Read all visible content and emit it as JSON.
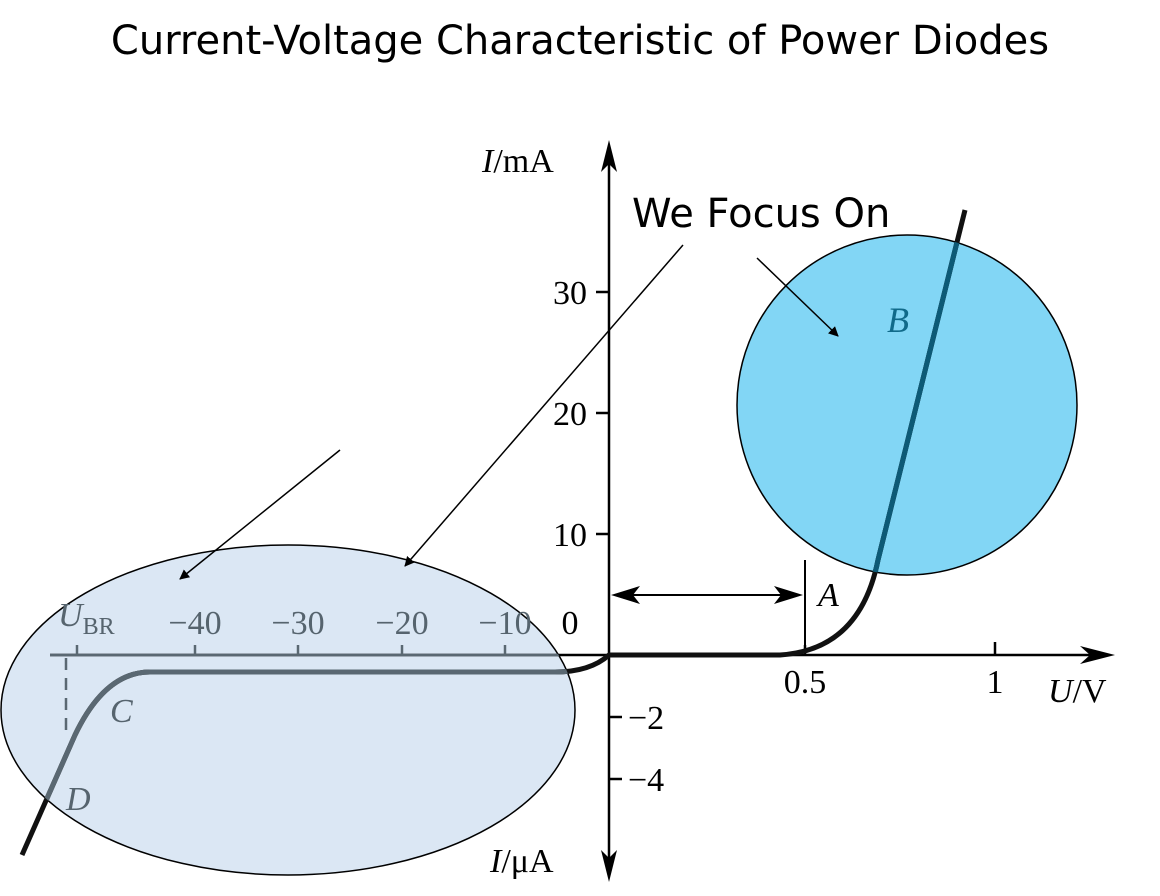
{
  "title": "Current-Voltage Characteristic of Power Diodes",
  "annotation": "We Focus On",
  "axes": {
    "y_positive_label_var": "I",
    "y_positive_label_unit": "/mA",
    "y_negative_label_var": "I",
    "y_negative_label_unit": "/μA",
    "x_label_var": "U",
    "x_label_unit": "/V",
    "y_positive_ticks": [
      "30",
      "20",
      "10",
      "0"
    ],
    "y_negative_ticks": [
      "−2",
      "−4"
    ],
    "x_positive_ticks": [
      "0.5",
      "1"
    ],
    "x_negative_ticks": [
      "−40",
      "−30",
      "−20",
      "−10"
    ],
    "breakdown_label_var": "U",
    "breakdown_label_sub": "BR"
  },
  "points": {
    "A": "A",
    "B": "B",
    "C": "C",
    "D": "D"
  },
  "colors": {
    "circle": "#82d6f5",
    "ellipse": "#c9dcf0",
    "curve": "#111111"
  }
}
